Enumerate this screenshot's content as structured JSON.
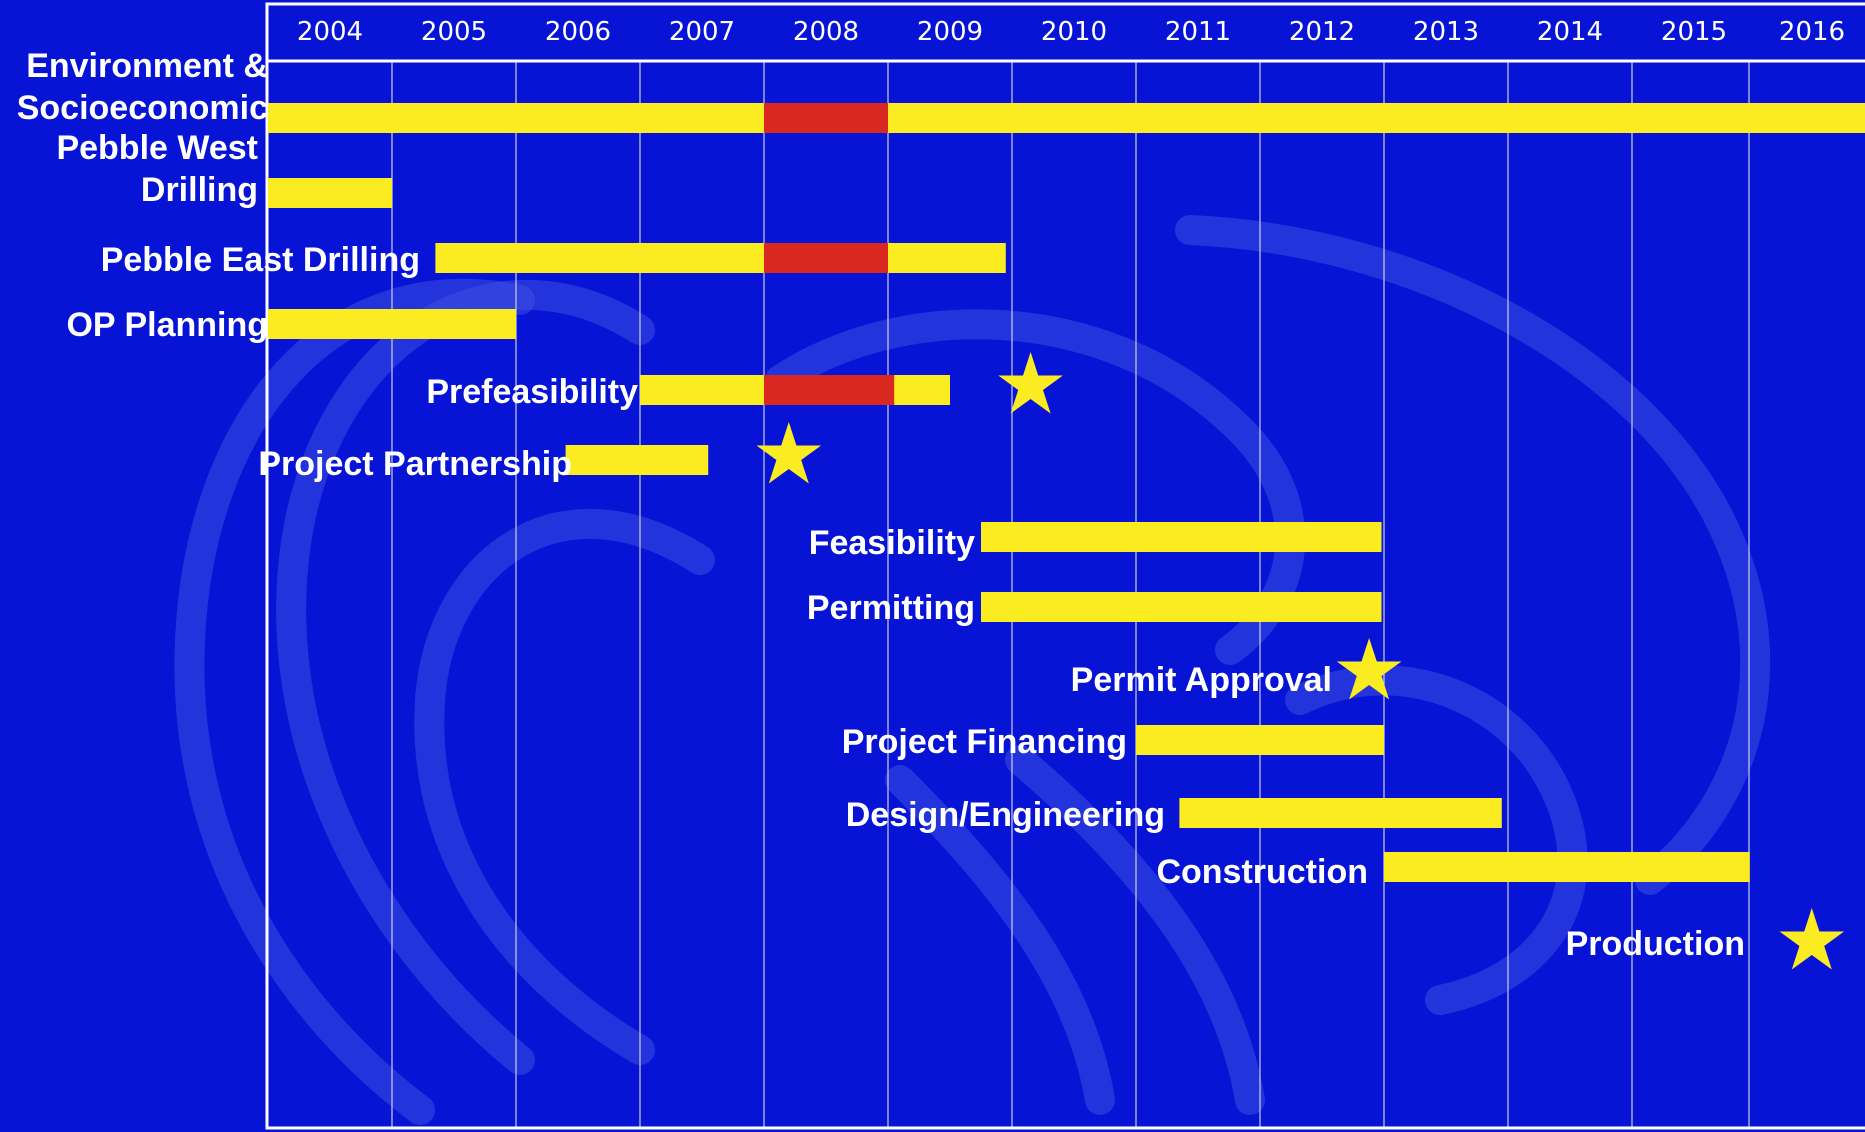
{
  "colors": {
    "background": "#0714d6",
    "bar": "#fbec22",
    "highlight": "#d8281f",
    "star": "#fbec22",
    "grid": "#c9cde6",
    "frame": "#ffffff",
    "text": "#ffffff",
    "current_year_text": "#e21a1a"
  },
  "chart_data": {
    "type": "gantt",
    "years": [
      "2004",
      "2005",
      "2006",
      "2007",
      "2008",
      "2009",
      "2010",
      "2011",
      "2012",
      "2013",
      "2014",
      "2015",
      "2016"
    ],
    "highlight_year": "2008",
    "axis_start": 2004.0,
    "axis_end": 2016.9,
    "tasks": [
      {
        "name": "Environment & Socioeconomic",
        "lines": [
          "Environment &",
          "Socioeconomic"
        ],
        "start": 2004.0,
        "end": 2016.9,
        "highlight": [
          2008.0,
          2009.0
        ]
      },
      {
        "name": "Pebble West Drilling",
        "lines": [
          "Pebble West",
          "Drilling"
        ],
        "start": 2004.0,
        "end": 2005.0
      },
      {
        "name": "Pebble East Drilling",
        "lines": [
          "Pebble East Drilling"
        ],
        "start": 2005.35,
        "end": 2009.95,
        "highlight": [
          2008.0,
          2009.0
        ]
      },
      {
        "name": "OP Planning",
        "lines": [
          "OP Planning"
        ],
        "start": 2004.0,
        "end": 2006.0
      },
      {
        "name": "Prefeasibility",
        "lines": [
          "Prefeasibility"
        ],
        "start": 2007.0,
        "end": 2009.5,
        "highlight": [
          2008.0,
          2009.05
        ],
        "milestone": 2010.15
      },
      {
        "name": "Project Partnership",
        "lines": [
          "Project Partnership"
        ],
        "start": 2006.4,
        "end": 2007.55,
        "milestone": 2008.2
      },
      {
        "name": "Feasibility",
        "lines": [
          "Feasibility"
        ],
        "start": 2009.75,
        "end": 2012.98
      },
      {
        "name": "Permitting",
        "lines": [
          "Permitting"
        ],
        "start": 2009.75,
        "end": 2012.98
      },
      {
        "name": "Permit Approval",
        "lines": [
          "Permit Approval"
        ],
        "milestone": 2012.88
      },
      {
        "name": "Project Financing",
        "lines": [
          "Project Financing"
        ],
        "start": 2011.0,
        "end": 2013.0
      },
      {
        "name": "Design/Engineering",
        "lines": [
          "Design/Engineering"
        ],
        "start": 2011.35,
        "end": 2013.95
      },
      {
        "name": "Construction",
        "lines": [
          "Construction"
        ],
        "start": 2013.0,
        "end": 2015.95
      },
      {
        "name": "Production",
        "lines": [
          "Production"
        ],
        "milestone": 2016.45
      }
    ]
  }
}
